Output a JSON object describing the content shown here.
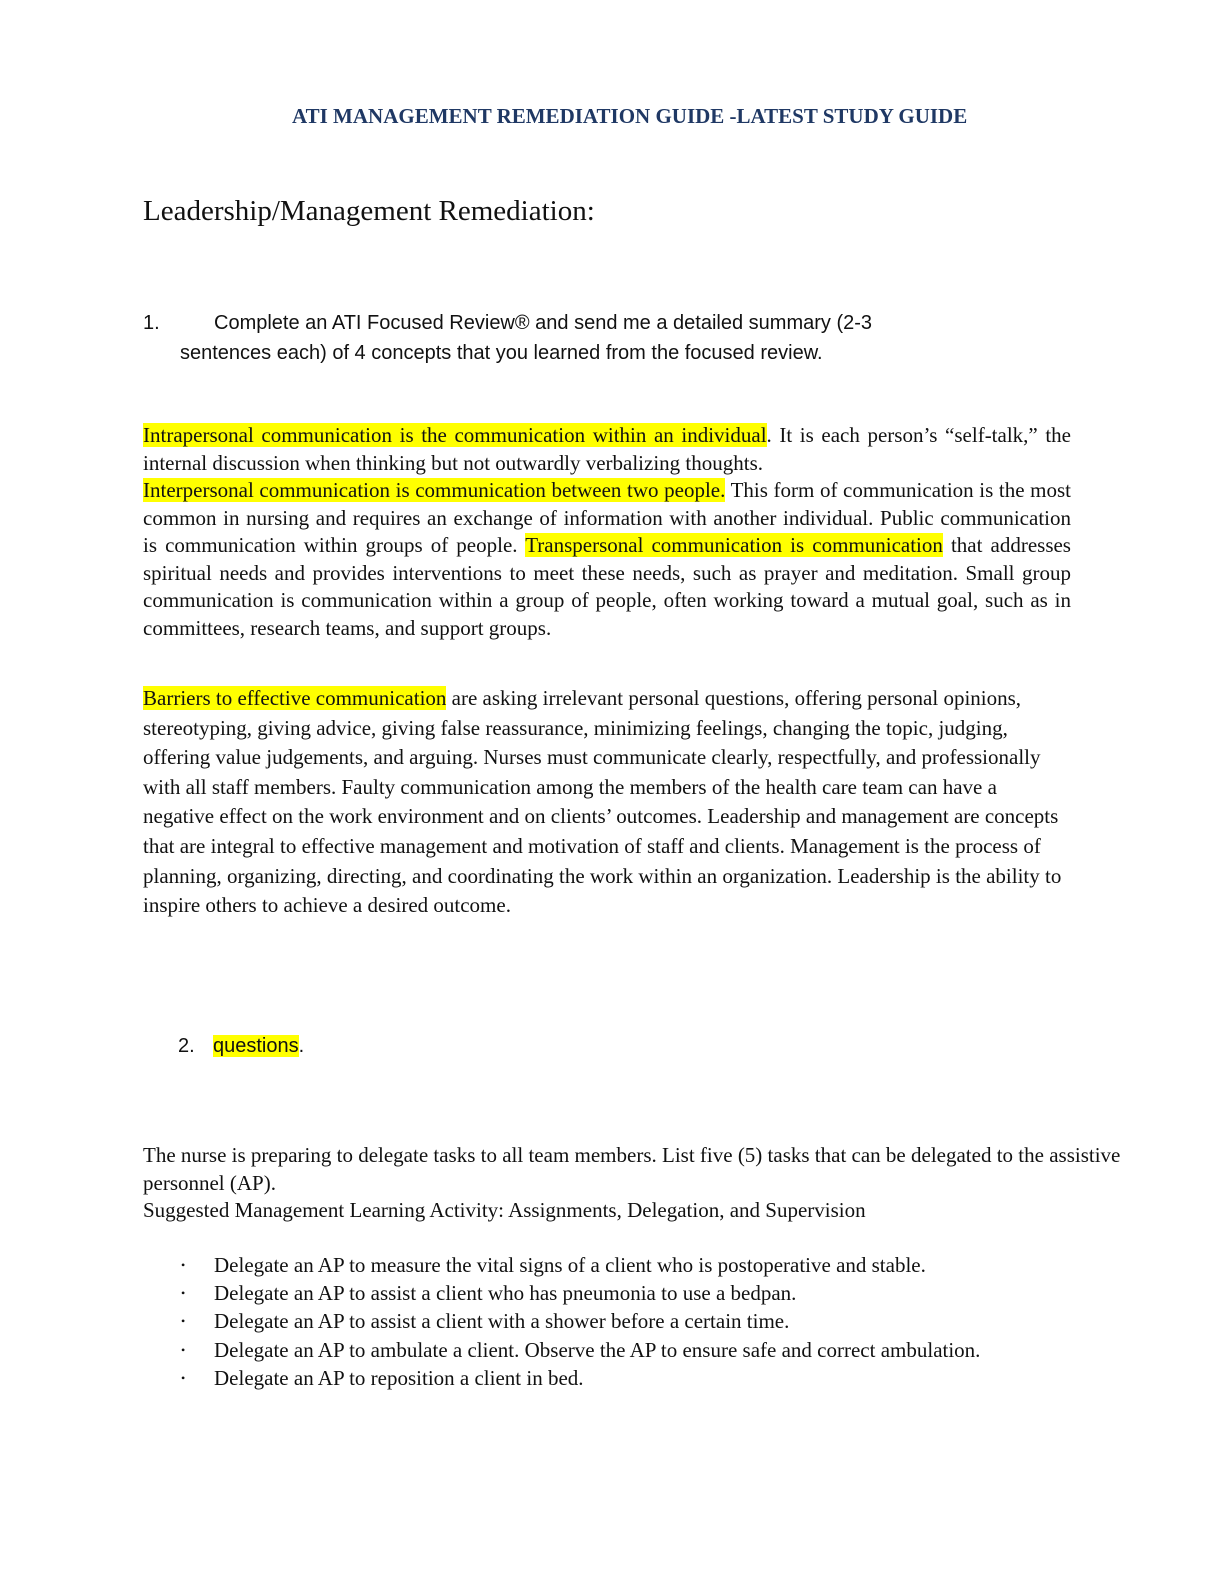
{
  "header": {
    "title": "ATI MANAGEMENT REMEDIATION GUIDE -LATEST STUDY GUIDE"
  },
  "section": {
    "heading": "Leadership/Management Remediation:"
  },
  "task1": {
    "number": "1.",
    "line1": "Complete an ATI Focused Review® and send me a detailed summary (2-3",
    "line2": "sentences each) of 4 concepts that you learned from the focused review."
  },
  "paragraph1": {
    "hl_intrapersonal": "Intrapersonal communication is the communication within an individual",
    "t1": ". It is each person’s “self-talk,” the internal discussion when thinking but not outwardly verbalizing thoughts.",
    "hl_interpersonal": "Interpersonal communication is communication between two people.",
    "t2": " This form of communication is the most common in nursing and requires an exchange of information with another individual. Public communication is communication within groups of people. ",
    "hl_transpersonal": "Transpersonal communication is communication",
    "t3": " that addresses spiritual needs and provides interventions to meet these needs, such as prayer and meditation. Small group communication is communication within a group of people, often working toward a mutual goal, such as in committees, research teams, and support groups."
  },
  "paragraph2": {
    "hl_barriers": "Barriers to effective communication",
    "text": " are asking irrelevant personal questions, offering personal opinions, stereotyping, giving advice, giving false reassurance, minimizing feelings, changing the topic, judging, offering value judgements, and arguing. Nurses must communicate clearly, respectfully, and professionally with all staff members. Faulty communication among the members of the health care team can have a negative effect on the work environment and on clients’ outcomes. Leadership and management are concepts that are integral to effective management and motivation of staff and clients. Management is the process of planning, organizing, directing, and coordinating the work within an organization. Leadership is the ability to inspire others to achieve a desired outcome."
  },
  "task2": {
    "number": "2.",
    "hl_label": "questions",
    "suffix": "."
  },
  "prompt": {
    "question": "The nurse is preparing to delegate tasks to all team members. List five (5) tasks that can be delegated to the assistive personnel (AP).",
    "activity": "Suggested Management Learning Activity:  Assignments, Delegation, and Supervision"
  },
  "bullets": {
    "marker": "•",
    "items": [
      "Delegate an AP to measure the vital signs of a client who is postoperative and stable.",
      "Delegate an AP to assist a client who has pneumonia to use a bedpan.",
      "Delegate an AP to assist a client with a shower before a certain time.",
      "Delegate an AP to ambulate a client. Observe the AP to ensure safe and correct ambulation.",
      "Delegate an AP to reposition a client in bed."
    ]
  }
}
